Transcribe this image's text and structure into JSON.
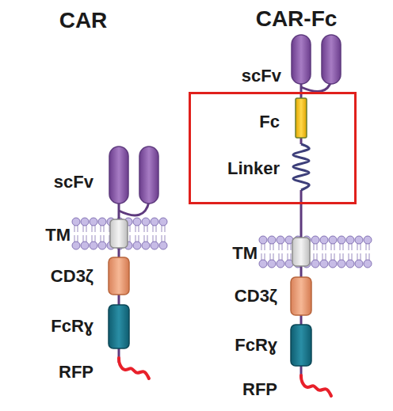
{
  "diagram": {
    "nodes": [
      {
        "text": [
          "Fc",
          "Linker"
        ]
      }
    ],
    "labels": [
      "CAR",
      "CAR-Fc",
      "scFv",
      "TM",
      "CD3ζ",
      "FcRɣ",
      "RFP",
      "scFv",
      "TM",
      "CD3ζ",
      "FcRɣ",
      "RFP"
    ]
  }
}
